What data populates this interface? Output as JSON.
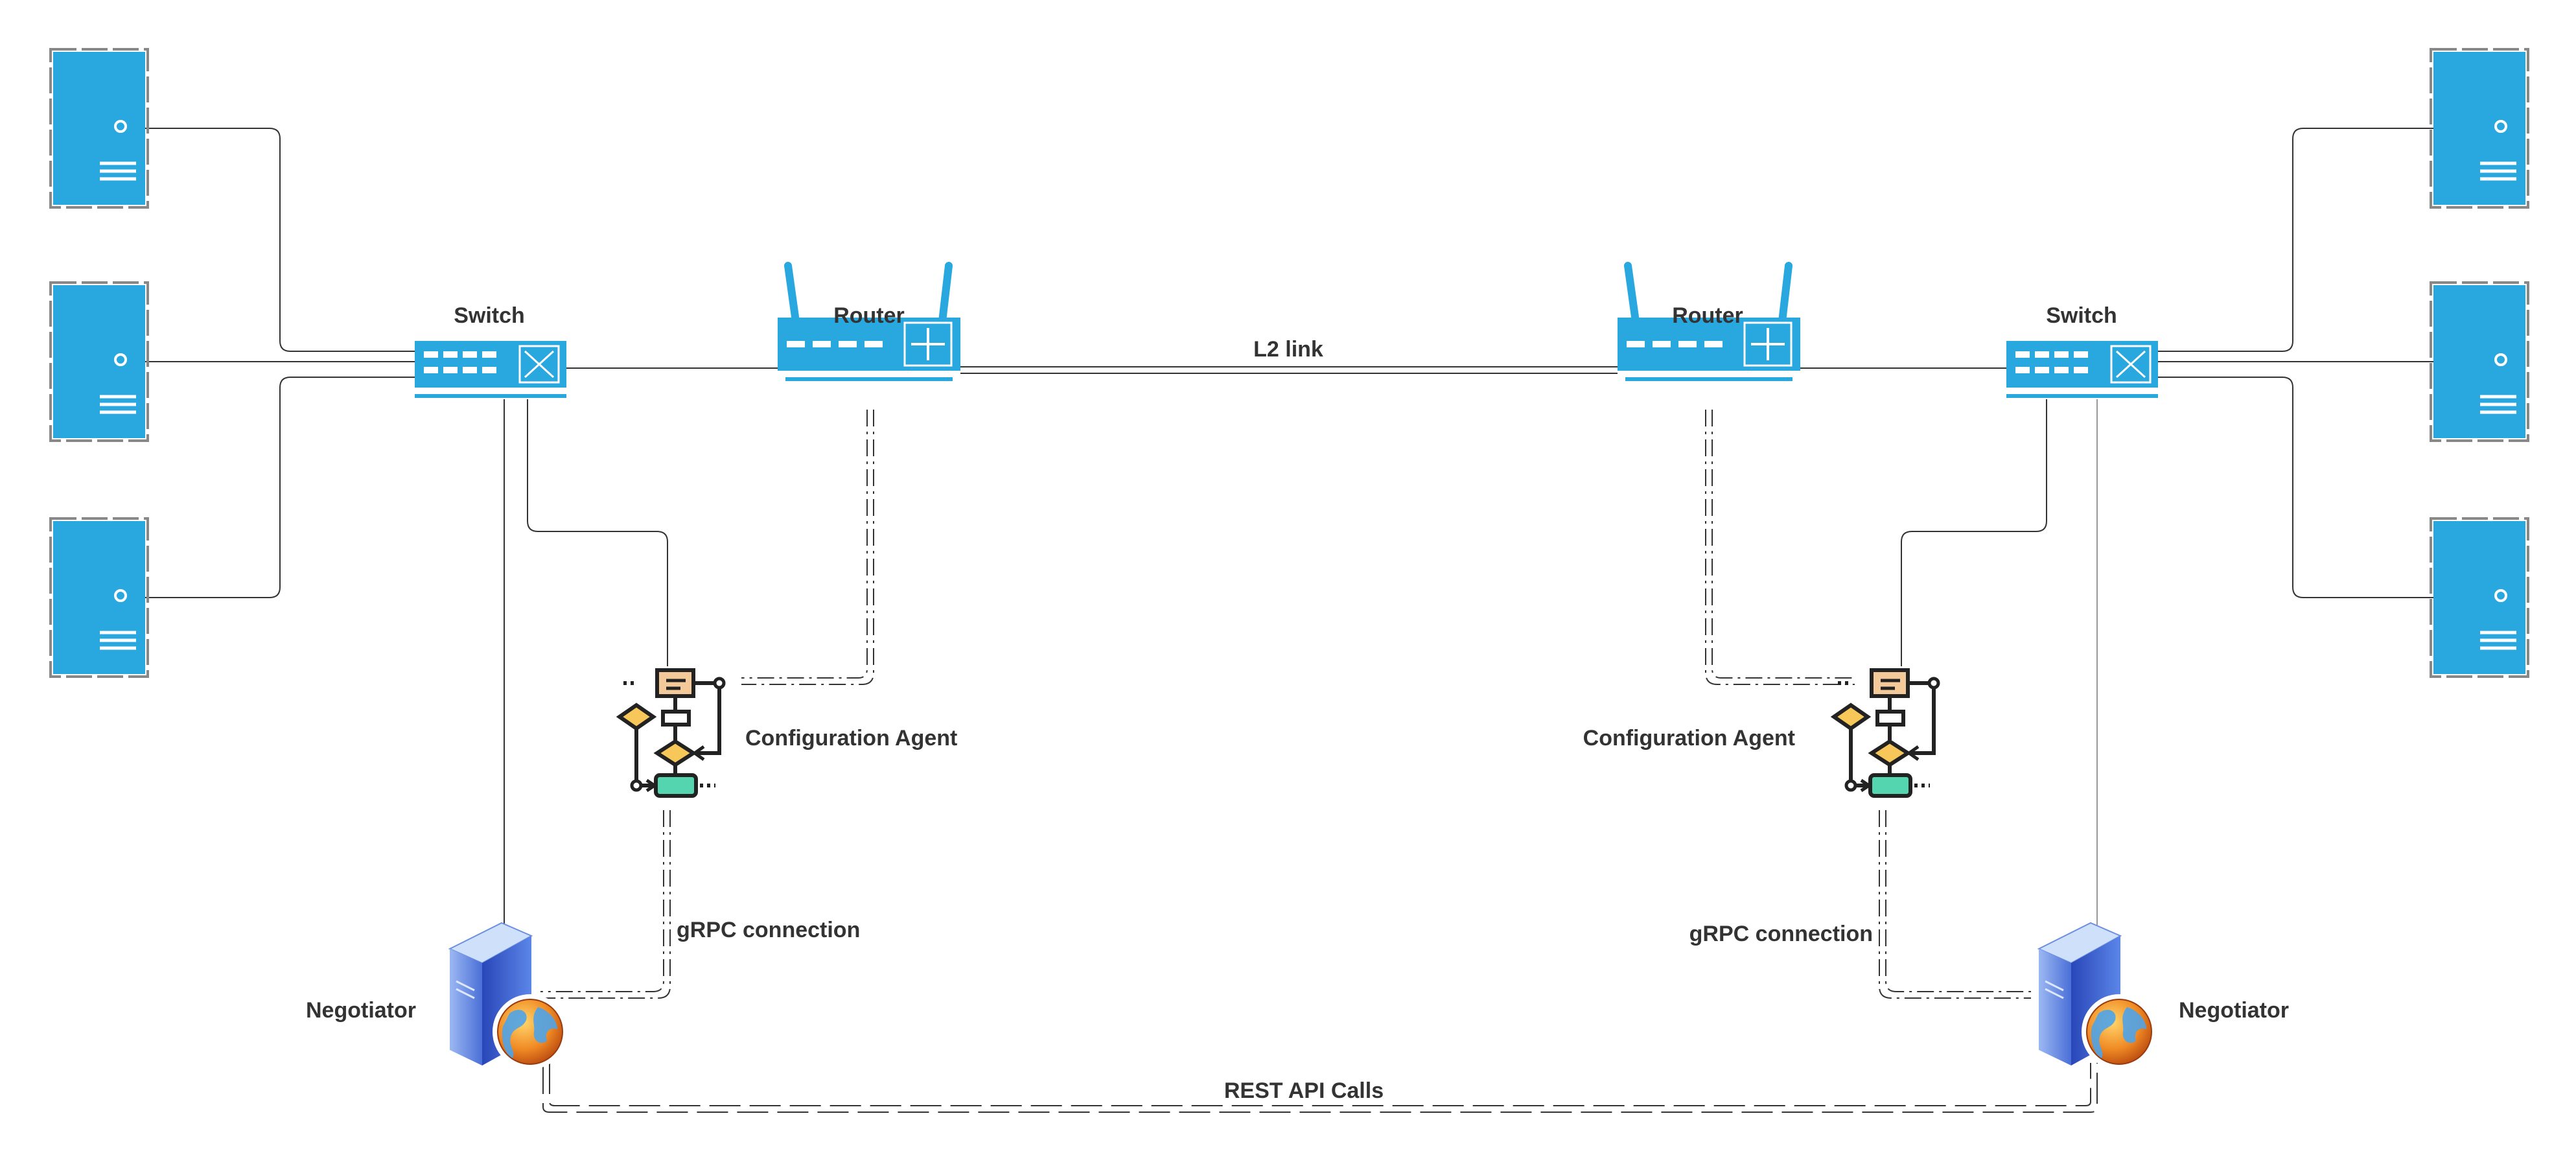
{
  "labels": {
    "left_switch": "Switch",
    "right_switch": "Switch",
    "left_router": "Router",
    "right_router": "Router",
    "l2_link": "L2 link",
    "left_config_agent": "Configuration Agent",
    "right_config_agent": "Configuration Agent",
    "left_grpc": "gRPC connection",
    "right_grpc": "gRPC connection",
    "left_negotiator": "Negotiator",
    "right_negotiator": "Negotiator",
    "rest_api": "REST API Calls"
  },
  "colors": {
    "device_blue": "#29A8E0",
    "device_border": "#888888",
    "line": "#333333",
    "line_light": "#999999",
    "agent_doc": "#F4C99A",
    "agent_diamond": "#F7C75A",
    "agent_step": "#55D4B0",
    "negotiator_blue": "#3D63D6",
    "globe_orange": "#F08A24"
  },
  "icons": {
    "server": "server-tower-icon",
    "switch": "network-switch-icon",
    "router": "wireless-router-icon",
    "agent": "flowchart-agent-icon",
    "negotiator": "web-server-globe-icon"
  }
}
